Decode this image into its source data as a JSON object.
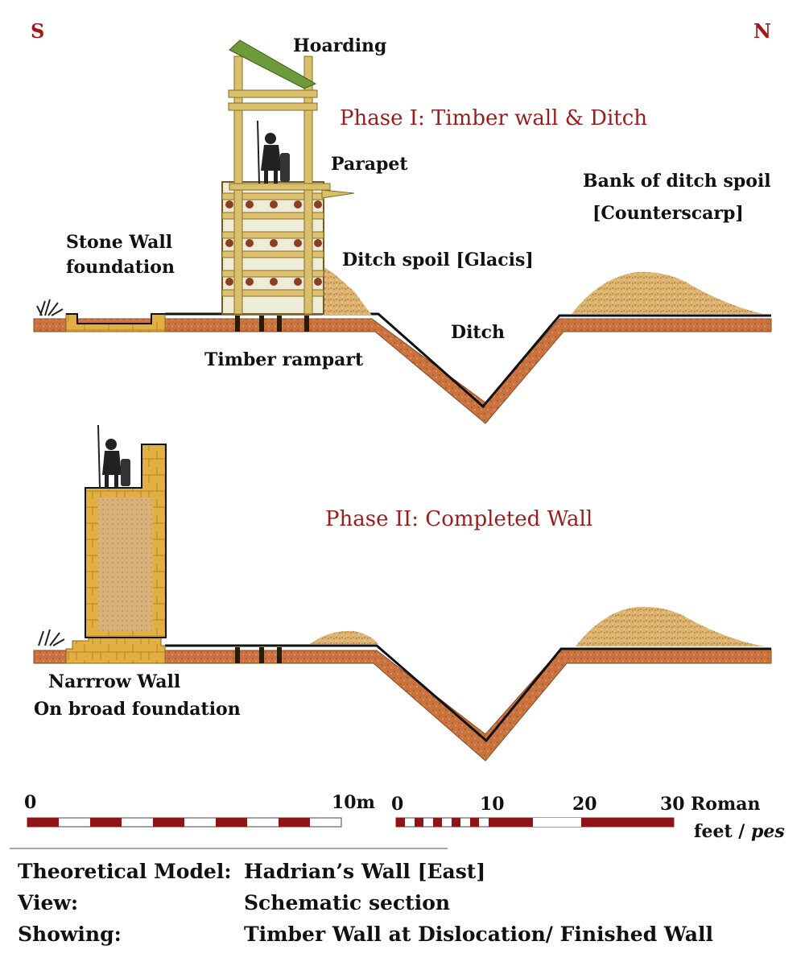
{
  "compass": {
    "south": "S",
    "north": "N"
  },
  "phase1": {
    "title": "Phase I:  Timber wall & Ditch",
    "labels": {
      "hoarding": "Hoarding",
      "parapet": "Parapet",
      "stone_wall": "Stone Wall",
      "foundation": "foundation",
      "glacis": "Ditch spoil [Glacis]",
      "counterscarp_1": "Bank of ditch spoil",
      "counterscarp_2": "[Counterscarp]",
      "ditch": "Ditch",
      "timber_rampart": "Timber rampart"
    }
  },
  "phase2": {
    "title": "Phase II: Completed Wall",
    "labels": {
      "narrow_wall": "Narrrow Wall",
      "broad_foundation": "On broad foundation"
    }
  },
  "scale": {
    "metric_zero": "0",
    "metric_end": "10m",
    "roman_ticks": [
      "0",
      "10",
      "20",
      "30"
    ],
    "roman_unit_1": "Roman",
    "roman_unit_2": "feet /",
    "roman_unit_3": "pes"
  },
  "footer": {
    "rows": [
      {
        "key": "Theoretical Model:",
        "value": "Hadrian’s Wall [East]"
      },
      {
        "key": "View:",
        "value": "Schematic section"
      },
      {
        "key": "Showing:",
        "value": "Timber Wall at Dislocation/ Finished Wall"
      }
    ]
  },
  "colors": {
    "earth": "#c9733f",
    "spoil": "#d9b06a",
    "stone": "#e0ad3e",
    "timber": "#d8c070",
    "roof": "#6d9a3a",
    "scale_red": "#8e1515",
    "phase_title": "#9a1c1c"
  }
}
